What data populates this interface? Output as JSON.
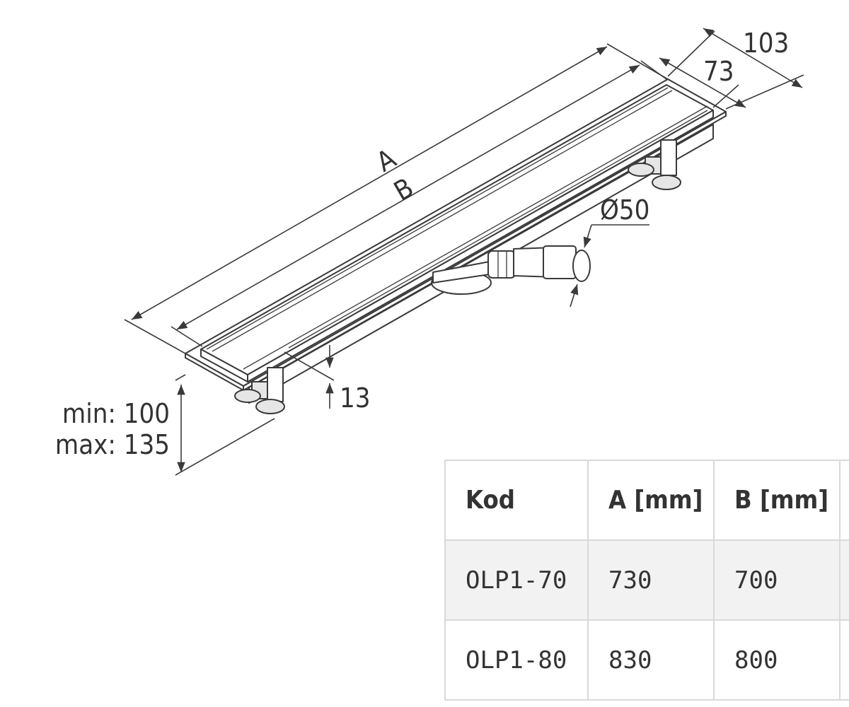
{
  "drawing": {
    "dim_overall_width": "103",
    "dim_inner_width": "73",
    "dim_length_a": "A",
    "dim_length_b": "B",
    "dim_outlet": "Ø50",
    "dim_grate_height": "13",
    "height_min": "min: 100",
    "height_max": "max: 135",
    "line_color": "#3a3a3a"
  },
  "table": {
    "headers": [
      "Kod",
      "A [mm]",
      "B [mm]",
      ""
    ],
    "rows": [
      [
        "OLP1-70",
        "730",
        "700",
        ""
      ],
      [
        "OLP1-80",
        "830",
        "800",
        ""
      ]
    ],
    "border_color": "#d9d9d9",
    "stripe_color": "#f2f2f2"
  }
}
